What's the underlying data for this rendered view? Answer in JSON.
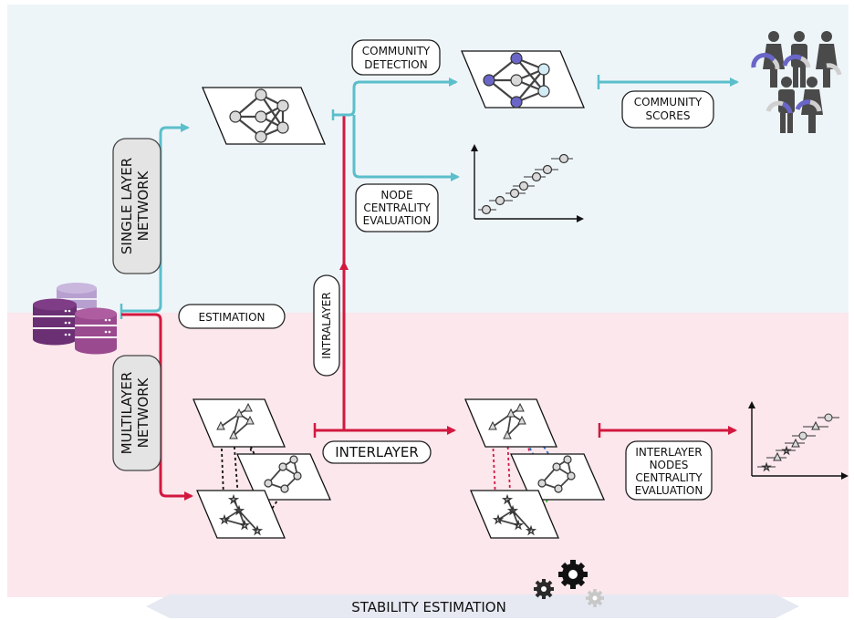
{
  "labels": {
    "single_layer": [
      "SINGLE LAYER",
      "NETWORK"
    ],
    "multilayer": [
      "MULTILAYER",
      "NETWORK"
    ],
    "estimation": "ESTIMATION",
    "intralayer": "INTRALAYER",
    "interlayer": "INTERLAYER",
    "community_detection": [
      "COMMUNITY",
      "DETECTION"
    ],
    "node_centrality": [
      "NODE",
      "CENTRALITY",
      "EVALUATION"
    ],
    "community_scores": [
      "COMMUNITY",
      "SCORES"
    ],
    "interlayer_nodes": [
      "INTERLAYER",
      "NODES",
      "CENTRALITY",
      "EVALUATION"
    ],
    "stability_estimation": "STABILITY ESTIMATION"
  },
  "colors": {
    "top_background": "#eef5f9",
    "bottom_background": "#fbe7ec",
    "teal_arrow": "#5bbfcb",
    "red_arrow": "#d2183f",
    "community_purple": "#6a66c8",
    "community_lightblue": "#d3ecf5",
    "database_dark": "#6b2f73",
    "database_mid": "#9a4a8e",
    "database_light": "#b7a0d0",
    "interlayer_red": "#d2183f",
    "interlayer_blue": "#2a6fd6",
    "interlayer_green": "#2fc02f",
    "banner": "#e6e9f2"
  },
  "icons": [
    "database-icon",
    "people-icon",
    "gears-icon"
  ]
}
